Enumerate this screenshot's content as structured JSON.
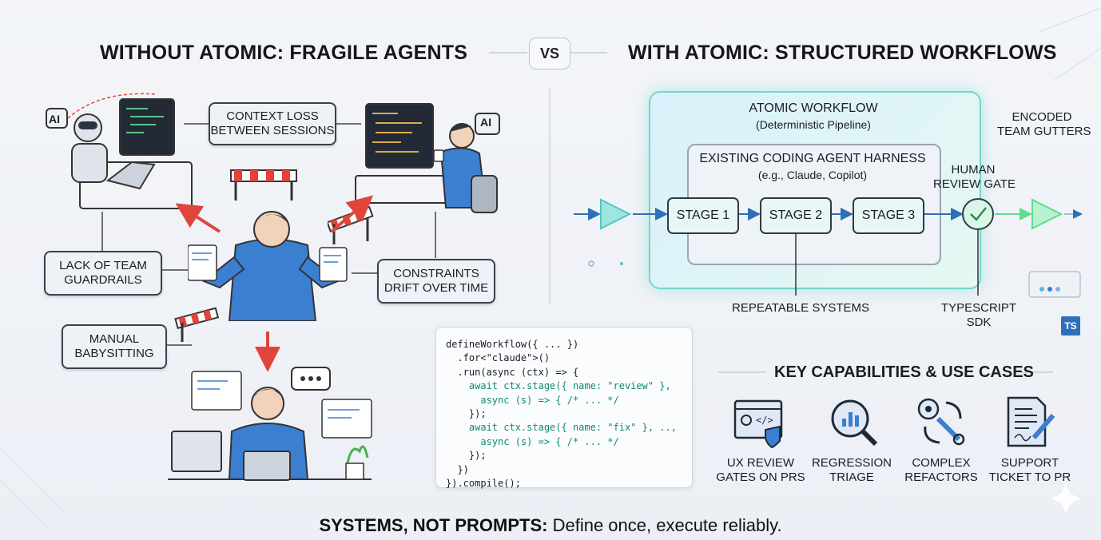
{
  "headings": {
    "left": "WITHOUT ATOMIC: FRAGILE AGENTS",
    "vs": "VS",
    "right": "WITH ATOMIC: STRUCTURED WORKFLOWS"
  },
  "left_panel": {
    "problems": [
      {
        "line1": "CONTEXT LOSS",
        "line2": "BETWEEN SESSIONS"
      },
      {
        "line1": "LACK OF TEAM",
        "line2": "GUARDRAILS"
      },
      {
        "line1": "CONSTRAINTS",
        "line2": "DRIFT OVER TIME"
      },
      {
        "line1": "MANUAL",
        "line2": "BABYSITTING"
      }
    ],
    "ai_badge": "AI"
  },
  "workflow": {
    "outer_title": "ATOMIC WORKFLOW",
    "outer_subtitle": "(Deterministic Pipeline)",
    "inner_title": "EXISTING CODING AGENT HARNESS",
    "inner_subtitle": "(e.g., Claude, Copilot)",
    "stages": [
      "STAGE 1",
      "STAGE 2",
      "STAGE 3"
    ],
    "gate_label_1": "HUMAN",
    "gate_label_2": "REVIEW GATE",
    "encoded_1": "ENCODED",
    "encoded_2": "TEAM GUTTERS",
    "repeatable": "REPEATABLE SYSTEMS",
    "sdk_1": "TYPESCRIPT",
    "sdk_2": "SDK",
    "ts_badge": "TS"
  },
  "code_lines": [
    "defineWorkflow({ ... })",
    "  .for<\"claude\">()",
    "  .run(async (ctx) => {",
    "    await ctx.stage({ name: \"review\" },",
    "      async (s) => { /* ... */",
    "    });",
    "    await ctx.stage({ name: \"fix\" }, ..,",
    "      async (s) => { /* ... */",
    "    });",
    "  })",
    "}).compile();"
  ],
  "capabilities": {
    "title": "KEY CAPABILITIES & USE CASES",
    "items": [
      {
        "line1": "UX REVIEW",
        "line2": "GATES ON PRS",
        "icon": "code-review-icon"
      },
      {
        "line1": "REGRESSION",
        "line2": "TRIAGE",
        "icon": "magnifier-chart-icon"
      },
      {
        "line1": "COMPLEX",
        "line2": "REFACTORS",
        "icon": "gear-wrench-icon"
      },
      {
        "line1": "SUPPORT",
        "line2": "TICKET TO PR",
        "icon": "document-pen-icon"
      }
    ]
  },
  "footer": {
    "bold": "SYSTEMS, NOT PROMPTS:",
    "rest": " Define once, execute reliably."
  },
  "colors": {
    "accent_teal": "#74d6c8",
    "accent_green": "#5fdc8c",
    "accent_blue": "#3b7fd1",
    "warning_red": "#e0453c"
  }
}
